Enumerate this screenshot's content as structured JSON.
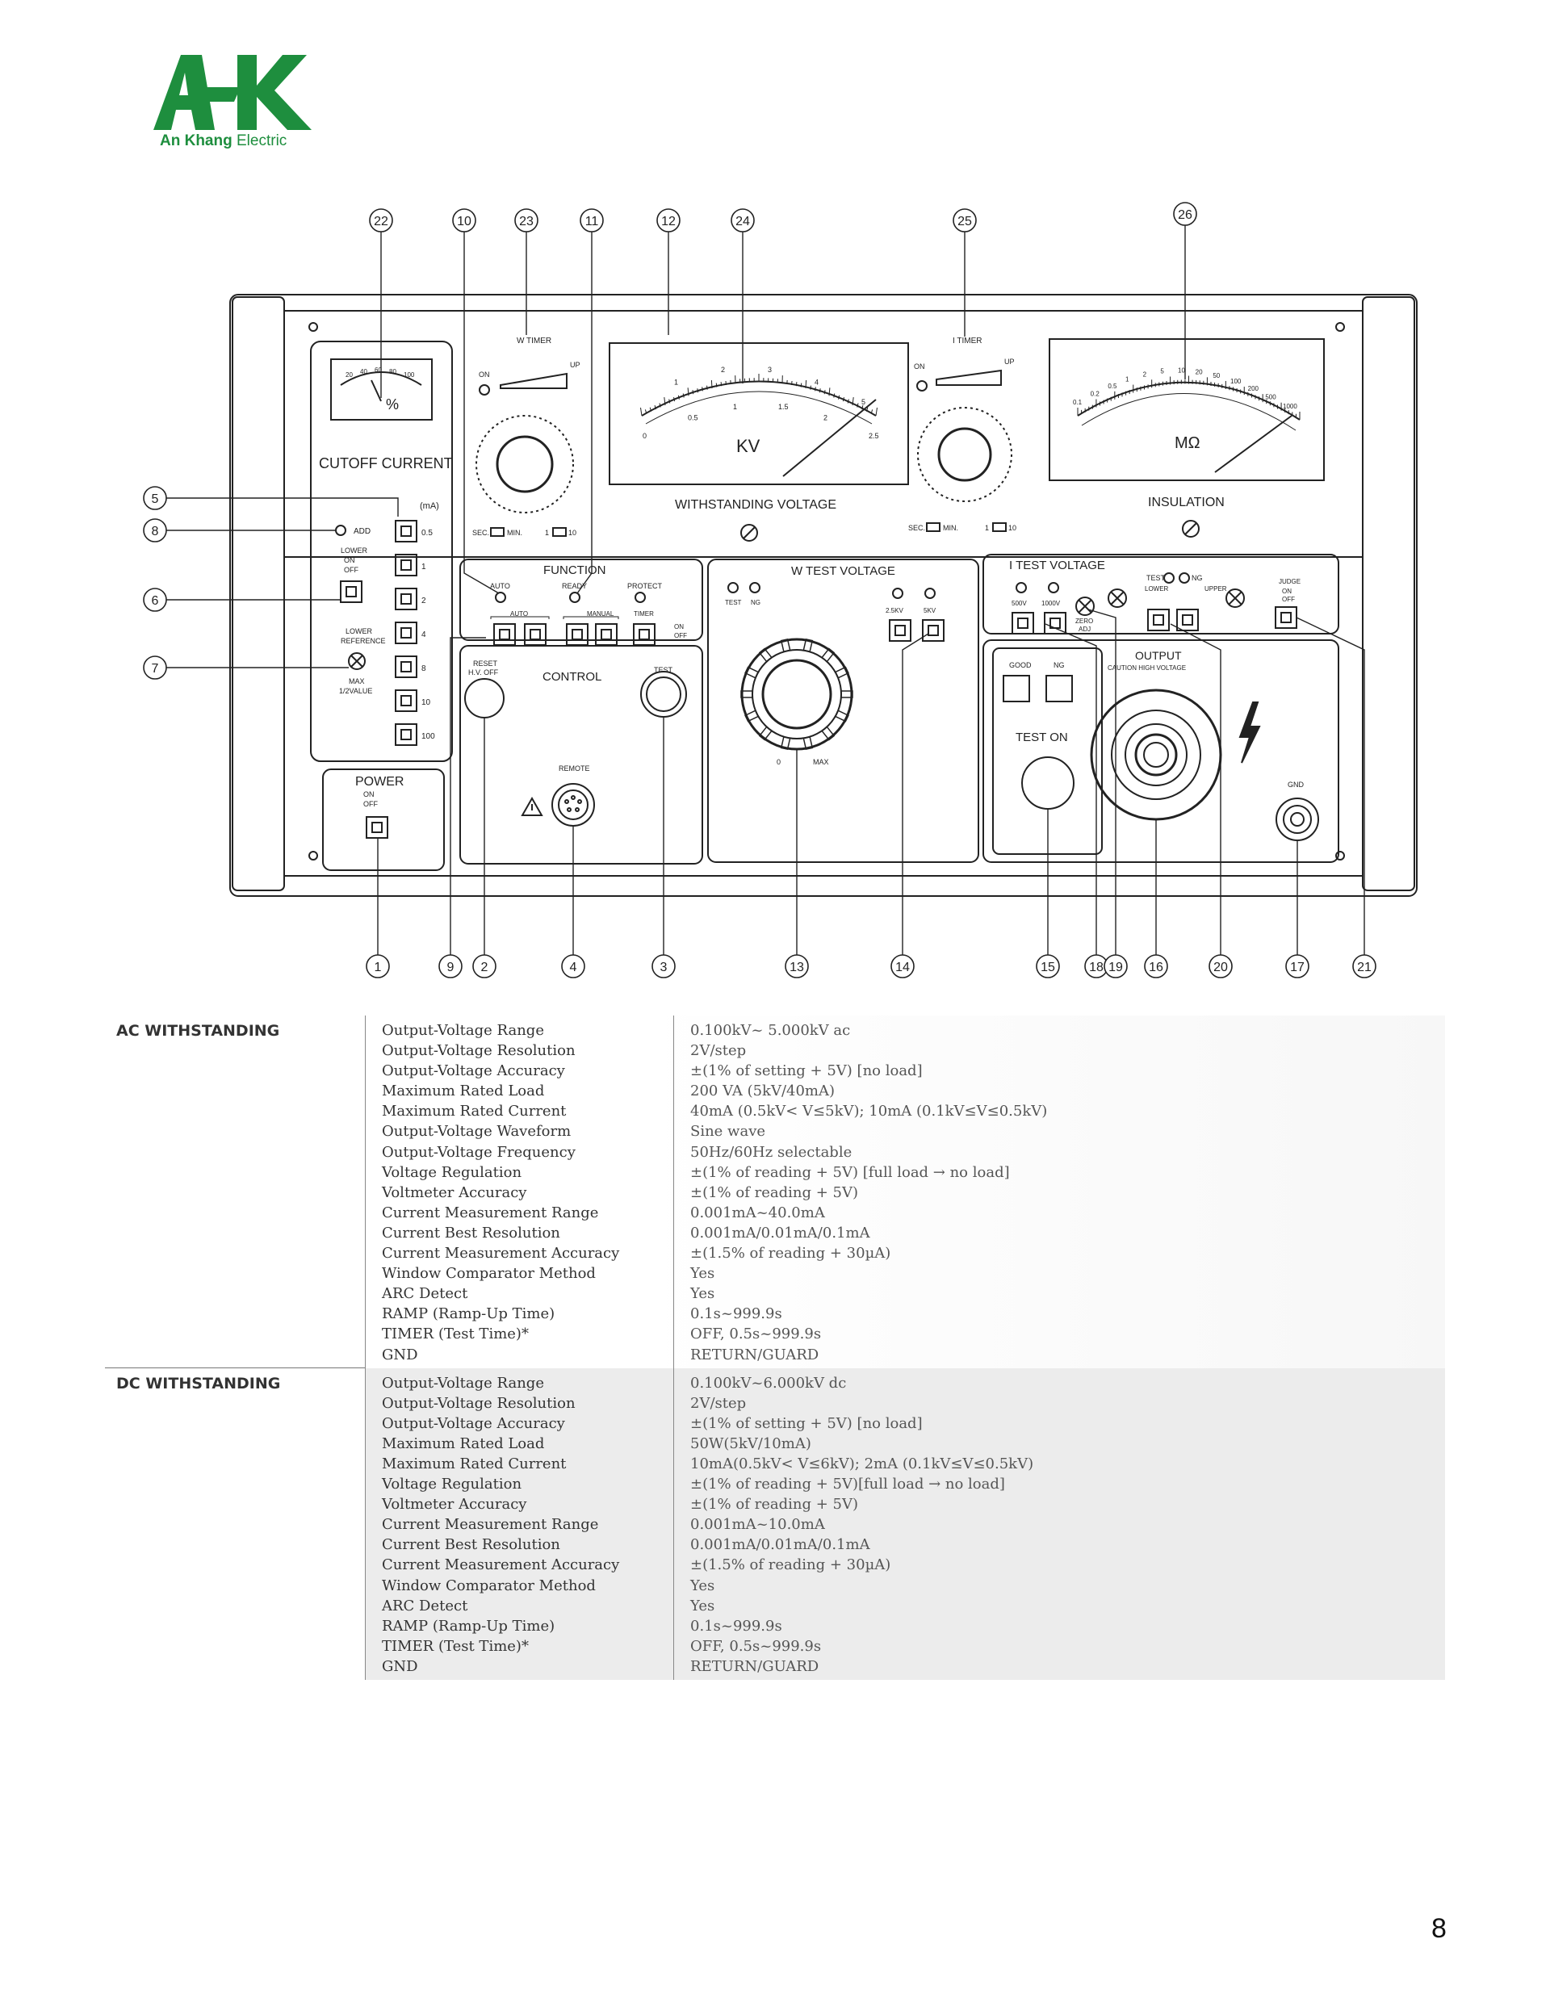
{
  "brand": {
    "logo_mark": "AK",
    "name_bold": "An Khang",
    "name_rest": " Electric",
    "color": "#1e8e3e"
  },
  "diagram": {
    "callouts": [
      "1",
      "2",
      "3",
      "4",
      "5",
      "6",
      "7",
      "8",
      "9",
      "10",
      "11",
      "12",
      "13",
      "14",
      "15",
      "16",
      "17",
      "18",
      "19",
      "20",
      "21",
      "22",
      "23",
      "24",
      "25",
      "26"
    ],
    "labels": {
      "cutoff_current": "CUTOFF CURRENT",
      "ma": "(mA)",
      "percent": "%",
      "add": "ADD",
      "lower_on_off": [
        "LOWER",
        "ON",
        "OFF"
      ],
      "lower_reference": [
        "LOWER",
        "REFERENCE"
      ],
      "max_half": [
        "MAX",
        "1/2VALUE"
      ],
      "range_steps": [
        "0.5",
        "1",
        "2",
        "4",
        "8",
        "10",
        "100"
      ],
      "power": "POWER",
      "on": "ON",
      "off": "OFF",
      "w_timer": "W TIMER",
      "i_timer": "I TIMER",
      "up": "UP",
      "sec_min": "SEC.",
      "min": "MIN.",
      "x10": "1",
      "x10b": "10",
      "kv": "KV",
      "mohm": "MΩ",
      "withstanding_voltage": "WITHSTANDING VOLTAGE",
      "insulation": "INSULATION",
      "function": "FUNCTION",
      "auto": "AUTO",
      "ready": "READY",
      "protect": "PROTECT",
      "manual": "MANUAL",
      "timer": "TIMER",
      "reset": "RESET",
      "hv_off": "H.V. OFF",
      "control": "CONTROL",
      "test": "TEST",
      "remote": "REMOTE",
      "w_test_voltage": "W TEST VOLTAGE",
      "ng": "NG",
      "v25": "2.5KV",
      "v5": "5KV",
      "zero": "0",
      "max": "MAX",
      "i_test_voltage": "I TEST VOLTAGE",
      "v500": "500V",
      "v1000": "1000V",
      "zero_adj": [
        "ZERO",
        "ADJ"
      ],
      "lower": "LOWER",
      "upper": "UPPER",
      "judge": "JUDGE",
      "good": "GOOD",
      "test_on": "TEST ON",
      "output": "OUTPUT",
      "caution": "CAUTION HIGH VOLTAGE",
      "gnd": "GND",
      "kv_scale_top": [
        "1",
        "2",
        "3",
        "4",
        "5"
      ],
      "kv_scale_bottom": [
        "0",
        "0.5",
        "1",
        "1.5",
        "2",
        "2.5"
      ],
      "mohm_scale": [
        "0.1",
        "0.2",
        "0.5",
        "1",
        "2",
        "5",
        "10",
        "20",
        "50",
        "100",
        "200",
        "500",
        "1000"
      ],
      "cutoff_scale": [
        "20",
        "40",
        "60",
        "80",
        "100"
      ]
    }
  },
  "specs": [
    {
      "title": "AC WITHSTANDING",
      "rows": [
        [
          "Output-Voltage Range",
          "0.100kV~ 5.000kV ac"
        ],
        [
          "Output-Voltage Resolution",
          "2V/step"
        ],
        [
          "Output-Voltage Accuracy",
          "±(1% of setting + 5V) [no load]"
        ],
        [
          "Maximum Rated Load",
          "200 VA (5kV/40mA)"
        ],
        [
          "Maximum Rated Current",
          "40mA (0.5kV< V≤5kV); 10mA (0.1kV≤V≤0.5kV)"
        ],
        [
          "Output-Voltage Waveform",
          "Sine wave"
        ],
        [
          "Output-Voltage Frequency",
          "50Hz/60Hz selectable"
        ],
        [
          "Voltage Regulation",
          "±(1% of reading + 5V) [full load → no load]"
        ],
        [
          "Voltmeter Accuracy",
          "±(1% of reading + 5V)"
        ],
        [
          "Current Measurement Range",
          "0.001mA~40.0mA"
        ],
        [
          "Current Best Resolution",
          "0.001mA/0.01mA/0.1mA"
        ],
        [
          "Current Measurement Accuracy",
          "±(1.5% of reading + 30µA)"
        ],
        [
          "Window Comparator Method",
          "Yes"
        ],
        [
          "ARC Detect",
          "Yes"
        ],
        [
          "RAMP (Ramp-Up Time)",
          "0.1s~999.9s"
        ],
        [
          "TIMER (Test Time)*",
          "OFF, 0.5s~999.9s"
        ],
        [
          "GND",
          "RETURN/GUARD"
        ]
      ]
    },
    {
      "title": "DC WITHSTANDING",
      "rows": [
        [
          "Output-Voltage Range",
          "0.100kV~6.000kV dc"
        ],
        [
          "Output-Voltage Resolution",
          "2V/step"
        ],
        [
          "Output-Voltage Accuracy",
          "±(1% of setting + 5V) [no load]"
        ],
        [
          "Maximum Rated Load",
          "50W(5kV/10mA)"
        ],
        [
          "Maximum Rated Current",
          "10mA(0.5kV< V≤6kV); 2mA (0.1kV≤V≤0.5kV)"
        ],
        [
          "Voltage Regulation",
          "±(1% of reading + 5V)[full load → no load]"
        ],
        [
          "Voltmeter Accuracy",
          "±(1% of reading + 5V)"
        ],
        [
          "Current Measurement Range",
          "0.001mA~10.0mA"
        ],
        [
          "Current Best Resolution",
          "0.001mA/0.01mA/0.1mA"
        ],
        [
          "Current Measurement Accuracy",
          "±(1.5% of reading + 30µA)"
        ],
        [
          "Window Comparator Method",
          "Yes"
        ],
        [
          "ARC Detect",
          "Yes"
        ],
        [
          "RAMP (Ramp-Up Time)",
          "0.1s~999.9s"
        ],
        [
          "TIMER (Test Time)*",
          "OFF, 0.5s~999.9s"
        ],
        [
          "GND",
          "RETURN/GUARD"
        ]
      ]
    }
  ],
  "page_number": "8"
}
